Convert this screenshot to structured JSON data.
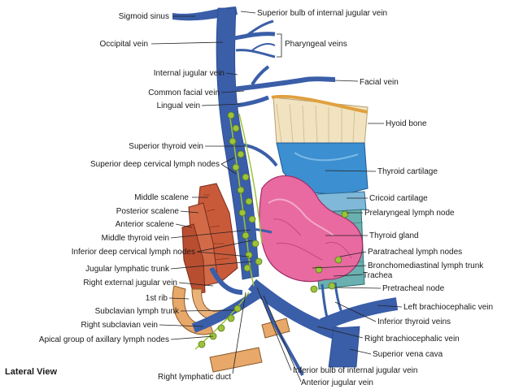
{
  "view_label": "Lateral View",
  "labels": {
    "sigmoid_sinus": "Sigmoid sinus",
    "superior_bulb": "Superior bulb of internal jugular vein",
    "occipital_vein": "Occipital vein",
    "pharyngeal_veins": "Pharyngeal veins",
    "internal_jugular_vein": "Internal jugular vein",
    "facial_vein": "Facial vein",
    "common_facial_vein": "Common facial vein",
    "lingual_vein": "Lingual vein",
    "hyoid_bone": "Hyoid bone",
    "superior_thyroid_vein": "Superior thyroid vein",
    "superior_deep_cervical_nodes": "Superior deep cervical lymph nodes",
    "thyroid_cartilage": "Thyroid cartilage",
    "middle_scalene": "Middle scalene",
    "cricoid_cartilage": "Cricoid cartilage",
    "posterior_scalene": "Posterior scalene",
    "prelaryngeal_node": "Prelaryngeal lymph node",
    "anterior_scalene": "Anterior scalene",
    "middle_thyroid_vein": "Middle thyroid vein",
    "thyroid_gland": "Thyroid gland",
    "inferior_deep_cervical_nodes": "Inferior deep cervical lymph nodes",
    "paratracheal_nodes": "Paratracheal lymph nodes",
    "jugular_lymphatic_trunk": "Jugular lymphatic trunk",
    "bronchomediastinal_trunk": "Bronchomediastinal lymph trunk",
    "right_external_jugular_vein": "Right external jugular vein",
    "trachea": "Trachea",
    "pretracheal_node": "Pretracheal node",
    "first_rib": "1st rib",
    "left_brachiocephalic_vein": "Left brachiocephalic vein",
    "subclavian_lymph_trunk": "Subclavian lymph trunk",
    "inferior_thyroid_veins": "Inferior thyroid veins",
    "right_subclavian_vein": "Right subclavian vein",
    "apical_axillary_nodes": "Apical group of axillary lymph nodes",
    "right_brachiocephalic_vein": "Right brachiocephalic vein",
    "superior_vena_cava": "Superior vena cava",
    "inferior_bulb": "Inferior bulb of internal jugular vein",
    "right_lymphatic_duct": "Right lymphatic duct",
    "anterior_jugular_vein": "Anterior jugular vein"
  },
  "colors": {
    "vein": "#3a5ea8",
    "vein_dark": "#2a4890",
    "thyroid": "#e86aa0",
    "thyroid_light": "#f3a8c8",
    "cartilage": "#3c8fd0",
    "hyoid": "#f1e3c0",
    "muscle": "#c85a3a",
    "rib": "#e7a86a",
    "lymph": "#9cc33a",
    "trachea": "#6ab0b0"
  }
}
